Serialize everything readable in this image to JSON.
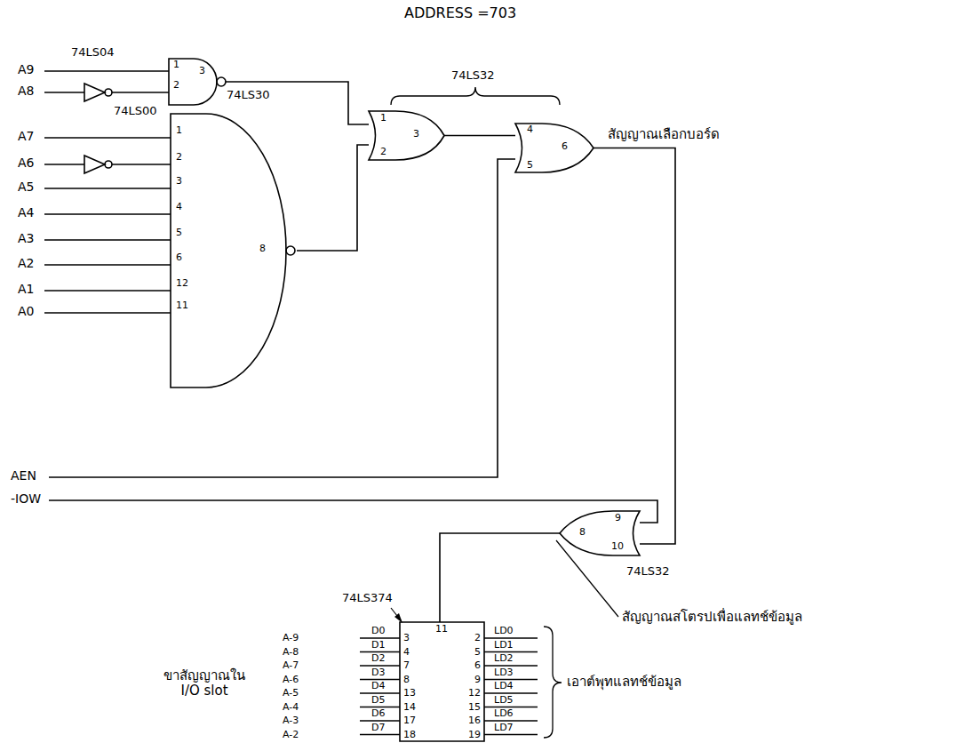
{
  "diagram": {
    "nodes": [
      {
        "text": [
          "1",
          "2",
          "3"
        ]
      },
      {
        "text": [
          "1",
          "2",
          "3",
          "4",
          "5",
          "6",
          "12",
          "11",
          "8"
        ]
      },
      {
        "text": [
          "1",
          "2",
          "3"
        ]
      },
      {
        "text": [
          "4",
          "5",
          "6"
        ]
      },
      {
        "text": [
          "9",
          "10",
          "8"
        ]
      },
      {
        "text": [
          "3",
          "4",
          "7",
          "8",
          "13",
          "14",
          "17",
          "18",
          "11",
          "2",
          "5",
          "6",
          "9",
          "12",
          "15",
          "16",
          "19"
        ]
      }
    ],
    "edges": [
      {
        "from": 0,
        "to": 2,
        "arrow": "none"
      },
      {
        "from": 1,
        "to": 2,
        "arrow": "none"
      },
      {
        "from": 2,
        "to": 3,
        "arrow": "none"
      },
      {
        "from": 3,
        "to": 4,
        "arrow": "none"
      },
      {
        "from": 4,
        "to": 5,
        "arrow": "none"
      }
    ],
    "labels": [
      "ADDRESS =703",
      "74LS04",
      "74LS00",
      "74LS30",
      "74LS32",
      "สัญญาณเลือกบอร์ด",
      "A9",
      "A8",
      "A7",
      "A6",
      "A5",
      "A4",
      "A3",
      "A2",
      "A1",
      "A0",
      "AEN",
      "-IOW",
      "74LS374",
      "74LS32",
      "สัญญาณสโตรปเพื่อแลทช์ข้อมูล",
      "ขาสัญญาณใน I/O slot",
      "A-9",
      "A-8",
      "A-7",
      "A-6",
      "A-5",
      "A-4",
      "A-3",
      "A-2",
      "D0",
      "D1",
      "D2",
      "D3",
      "D4",
      "D5",
      "D6",
      "D7",
      "LD0",
      "LD1",
      "LD2",
      "LD3",
      "LD4",
      "LD5",
      "LD6",
      "LD7",
      "เอาต์พุทแลทช์ข้อมูล"
    ]
  }
}
